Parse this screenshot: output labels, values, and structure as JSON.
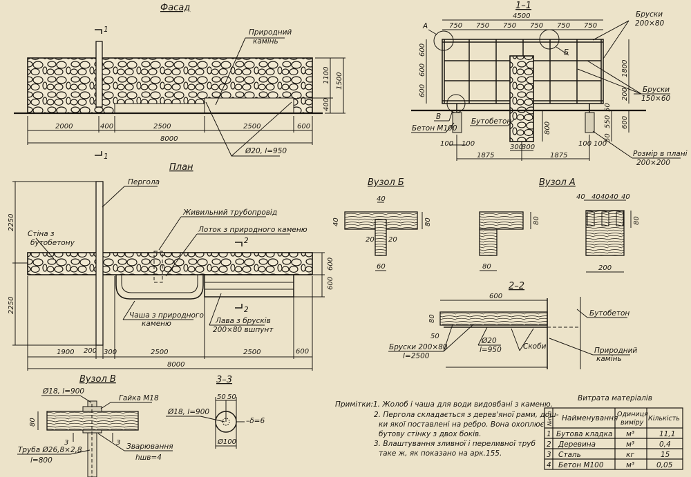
{
  "facade": {
    "title": "Фасад",
    "section_mark": "1",
    "stone_label_1": "Природний",
    "stone_label_2": "камінь",
    "rod_label": "Ø20, l=950",
    "dims_bottom": [
      "2000",
      "400",
      "2500",
      "2500",
      "600"
    ],
    "dim_total": "8000",
    "dims_right": [
      "1100",
      "400"
    ],
    "dim_height": "1500"
  },
  "plan": {
    "title": "План",
    "pergola_label": "Пергола",
    "wall_label_1": "Стіна з",
    "wall_label_2": "бутобетону",
    "pipe_label": "Живильний трубопровід",
    "tray_label": "Лоток з природного каменю",
    "bowl_label_1": "Чаша з природного",
    "bowl_label_2": "каменю",
    "bench_label_1": "Лава з брусків",
    "bench_label_2": "200×80 вшпунт",
    "section_mark": "2",
    "dims_bottom": [
      "1900",
      "200",
      "300",
      "2500",
      "2500",
      "600"
    ],
    "dim_total": "8000",
    "dims_left": [
      "2250",
      "2250"
    ],
    "dims_right": [
      "600",
      "600"
    ]
  },
  "section_1_1": {
    "title": "1–1",
    "dim_total": "4500",
    "dims_top": [
      "750",
      "750",
      "750",
      "750",
      "750",
      "750"
    ],
    "dims_left": [
      "600",
      "600",
      "600"
    ],
    "dims_right": [
      "1800",
      "200",
      "50",
      "550",
      "50",
      "600"
    ],
    "dim_column_depth": "800",
    "dims_bottom": [
      "100",
      "100",
      "300",
      "300",
      "100",
      "100"
    ],
    "dims_span": [
      "1875",
      "1875"
    ],
    "node_a": "А",
    "node_b": "Б",
    "node_v": "В",
    "bars_top_1": "Бруски",
    "bars_top_2": "200×80",
    "bars_mid_1": "Бруски",
    "bars_mid_2": "150×60",
    "concrete_label": "Бетон М100",
    "rubble_label": "Бутобетон",
    "plan_size_1": "Розмір в плані",
    "plan_size_2": "200×200"
  },
  "node_b": {
    "title": "Вузол Б",
    "dims": [
      "40",
      "40",
      "80",
      "20",
      "20",
      "60"
    ]
  },
  "node_a": {
    "title": "Вузол А",
    "dims_left": [
      "80",
      "80"
    ],
    "dims_right_top": [
      "40",
      "40",
      "40",
      "40",
      "40"
    ],
    "dim_right_h": "80",
    "dim_right_w": "200"
  },
  "section_2_2": {
    "title": "2–2",
    "dim_width": "600",
    "dim_h": "80",
    "dim_offset": "50",
    "bars_label_1": "Бруски 200×80",
    "bars_label_2": "l=2500",
    "rod_label_1": "Ø20",
    "rod_label_2": "l=950",
    "staples_label": "Скоби",
    "rubble_label": "Бутобетон",
    "stone_label_1": "Природний",
    "stone_label_2": "камінь"
  },
  "node_v": {
    "title": "Вузол В",
    "bolt_label": "Ø18, l=900",
    "nut_label": "Гайка М18",
    "dim_h": "80",
    "cut_mark": "3",
    "pipe_label_1": "Труба Ø26,8×2,8",
    "pipe_label_2": "l=800",
    "weld_label_1": "Зварювання",
    "weld_label_2": "hшв=4"
  },
  "section_3_3": {
    "title": "3–3",
    "dims_top": [
      "50",
      "50"
    ],
    "bolt_label": "Ø18, l=900",
    "thickness_label": "–δ=6",
    "diameter_label": "Ø100"
  },
  "notes": {
    "heading": "Примітки:",
    "items": [
      "1. Жолоб і чаша для води видовбані з каменю.",
      "2. Пергола складається з дерев'яної рами, дош-",
      "ки якої поставлені на ребро. Вона охоплює",
      "бутову стінку з двох боків.",
      "3. Влаштування зливної і переливної труб",
      "таке ж, як показано на арк.155."
    ]
  },
  "materials": {
    "title": "Витрата матеріалів",
    "headers": [
      "№п.п",
      "Найменування",
      "Одиниця",
      "виміру",
      "Кількість"
    ],
    "rows": [
      {
        "n": "1",
        "name": "Бутова кладка",
        "unit": "м³",
        "qty": "11,1"
      },
      {
        "n": "2",
        "name": "Деревина",
        "unit": "м³",
        "qty": "0,4"
      },
      {
        "n": "3",
        "name": "Сталь",
        "unit": "кг",
        "qty": "15"
      },
      {
        "n": "4",
        "name": "Бетон М100",
        "unit": "м³",
        "qty": "0,05"
      }
    ]
  }
}
